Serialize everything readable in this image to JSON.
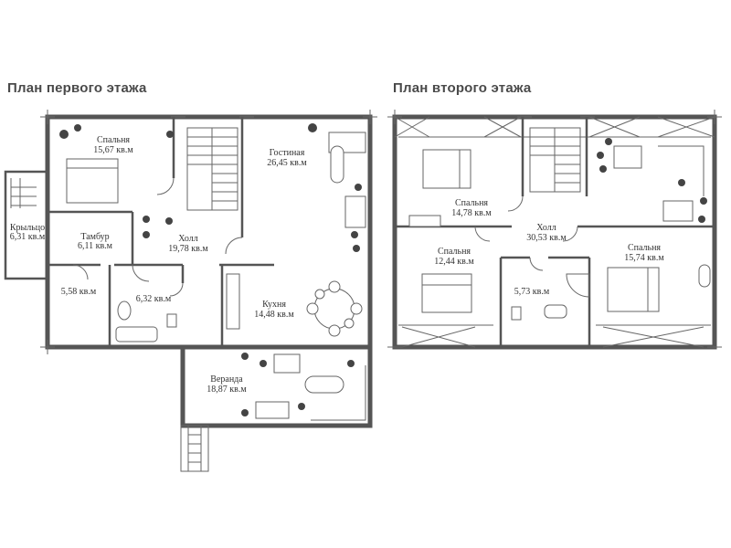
{
  "headings": {
    "first_floor": "План первого этажа",
    "second_floor": "План второго этажа"
  },
  "first_floor": {
    "bedroom": {
      "name": "Спальня",
      "area": "15,67 кв.м"
    },
    "living": {
      "name": "Гостиная",
      "area": "26,45 кв.м"
    },
    "porch": {
      "name": "Крыльцо",
      "area": "6,31 кв.м"
    },
    "vestibule": {
      "name": "Тамбур",
      "area": "6,11 кв.м"
    },
    "hall": {
      "name": "Холл",
      "area": "19,78 кв.м"
    },
    "room_558": {
      "area": "5,58 кв.м"
    },
    "bath_632": {
      "area": "6,32 кв.м"
    },
    "kitchen": {
      "name": "Кухня",
      "area": "14,48 кв.м"
    },
    "veranda": {
      "name": "Веранда",
      "area": "18,87 кв.м"
    }
  },
  "second_floor": {
    "bedroom_a": {
      "name": "Спальня",
      "area": "14,78 кв.м"
    },
    "hall": {
      "name": "Холл",
      "area": "30,53 кв.м"
    },
    "bedroom_b": {
      "name": "Спальня",
      "area": "12,44 кв.м"
    },
    "bedroom_c": {
      "name": "Спальня",
      "area": "15,74 кв.м"
    },
    "bath": {
      "area": "5,73 кв.м"
    }
  },
  "colors": {
    "wall": "#555555",
    "heading": "#4a4a4a"
  }
}
